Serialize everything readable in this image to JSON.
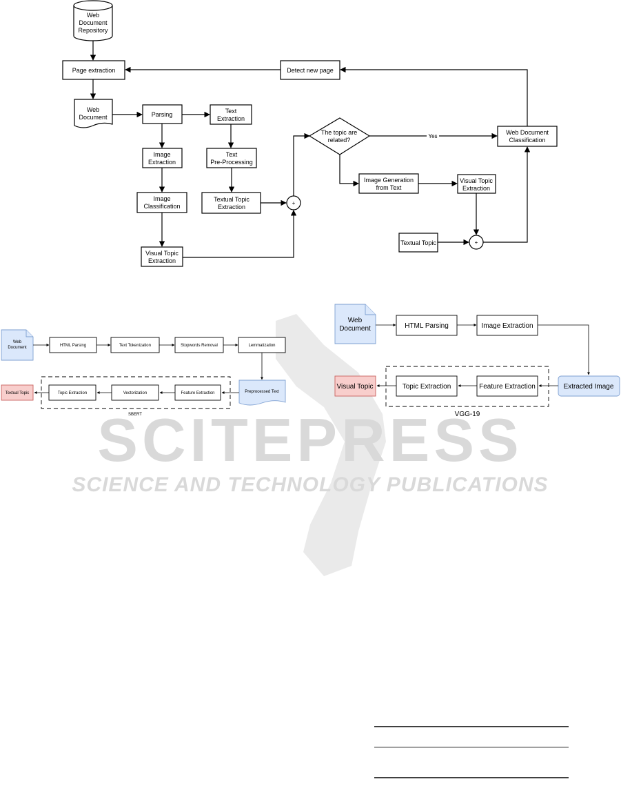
{
  "flow": {
    "repository": [
      "Web",
      "Document",
      "Repository"
    ],
    "page_extraction": "Page extraction",
    "detect_new_page": "Detect new page",
    "web_document": [
      "Web",
      "Document"
    ],
    "parsing": "Parsing",
    "text_extraction": [
      "Text",
      "Extraction"
    ],
    "image_extraction": [
      "Image",
      "Extraction"
    ],
    "text_preprocessing": [
      "Text",
      "Pre-Processing"
    ],
    "image_classification": [
      "Image",
      "Classification"
    ],
    "textual_topic_extraction": [
      "Textual Topic",
      "Extraction"
    ],
    "visual_topic_extraction": [
      "Visual Topic",
      "Extraction"
    ],
    "plus": "+",
    "decision": [
      "The topic are",
      "related?"
    ],
    "yes": "Yes",
    "web_doc_classification": [
      "Web Document",
      "Classification"
    ],
    "image_generation": [
      "Image Generation",
      "from Text"
    ],
    "visual_topic_extraction_right": [
      "Visual Topic",
      "Extraction"
    ],
    "textual_topic": "Textual Topic"
  },
  "sbert": {
    "web_document": [
      "Web",
      "Document"
    ],
    "html_parsing": "HTML Parsing",
    "text_tokenization": "Text Tokenization",
    "stopwords_removal": "Stopwords Removal",
    "lemmatization": "Lemmatization",
    "preprocessed_text": "Preprocessed Text",
    "feature_extraction": "Feature Extraction",
    "vectorization": "Vectorization",
    "topic_extraction": "Topic Extraction",
    "textual_topic": "Textual Topic",
    "group_label": "SBERT"
  },
  "vgg": {
    "web_document": [
      "Web",
      "Document"
    ],
    "html_parsing": "HTML Parsing",
    "image_extraction": "Image Extraction",
    "extracted_image": "Extracted Image",
    "feature_extraction": "Feature Extraction",
    "topic_extraction": "Topic Extraction",
    "visual_topic": "Visual Topic",
    "group_label": "VGG-19"
  },
  "watermark": {
    "logo": "SCITEPRESS",
    "tagline": "SCIENCE AND TECHNOLOGY PUBLICATIONS"
  },
  "colors": {
    "input_fill": "#dbe8fb",
    "output_fill": "#f8cecc",
    "watermark": "#d9d9d9"
  }
}
